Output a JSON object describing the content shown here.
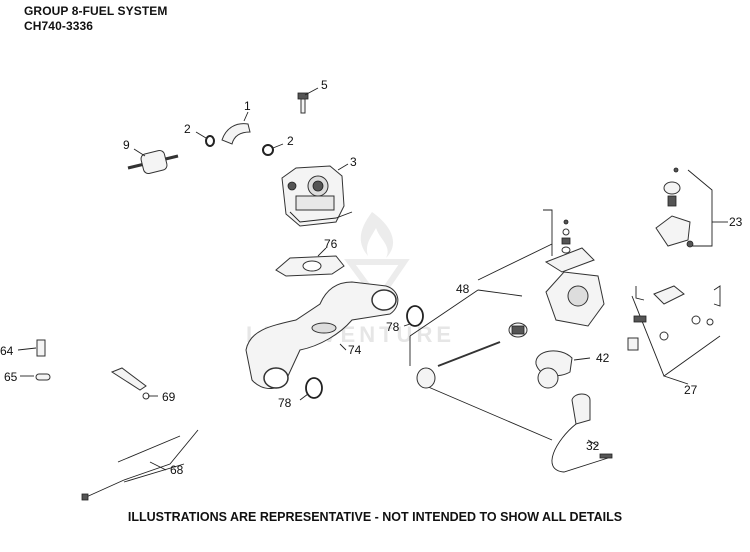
{
  "header": {
    "title": "GROUP 8-FUEL SYSTEM",
    "model": "CH740-3336"
  },
  "footer": {
    "note": "ILLUSTRATIONS ARE REPRESENTATIVE - NOT INTENDED TO SHOW ALL DETAILS"
  },
  "watermark": "LEADVENTURE",
  "callouts": [
    {
      "id": "c1",
      "label": "1"
    },
    {
      "id": "c2a",
      "label": "2"
    },
    {
      "id": "c2b",
      "label": "2"
    },
    {
      "id": "c3",
      "label": "3"
    },
    {
      "id": "c5",
      "label": "5"
    },
    {
      "id": "c9",
      "label": "9"
    },
    {
      "id": "c23",
      "label": "23"
    },
    {
      "id": "c27",
      "label": "27"
    },
    {
      "id": "c32",
      "label": "32"
    },
    {
      "id": "c42",
      "label": "42"
    },
    {
      "id": "c48",
      "label": "48"
    },
    {
      "id": "c64",
      "label": "64"
    },
    {
      "id": "c65",
      "label": "65"
    },
    {
      "id": "c68",
      "label": "68"
    },
    {
      "id": "c69",
      "label": "69"
    },
    {
      "id": "c74",
      "label": "74"
    },
    {
      "id": "c76",
      "label": "76"
    },
    {
      "id": "c78a",
      "label": "78"
    },
    {
      "id": "c78b",
      "label": "78"
    }
  ]
}
